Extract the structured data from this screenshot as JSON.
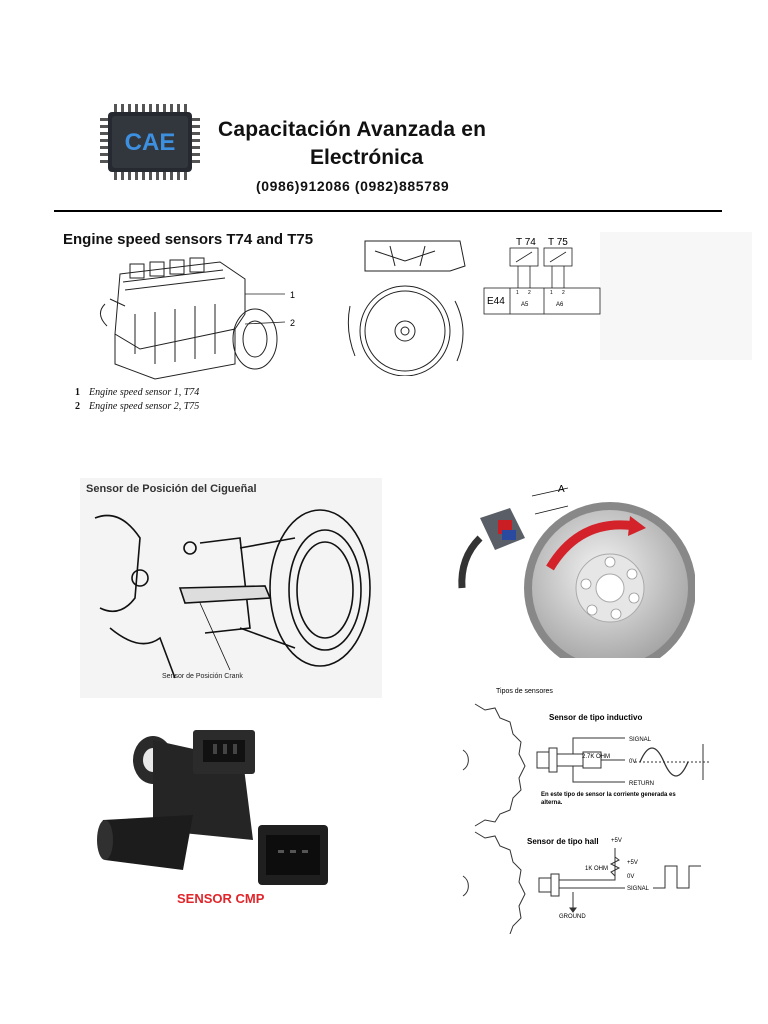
{
  "header": {
    "logo_text": "CAE",
    "title_line1": "Capacitación Avanzada en",
    "title_line2": "Electrónica",
    "phones": "(0986)912086  (0982)885789"
  },
  "section1": {
    "title": "Engine speed sensors T74 and T75",
    "callouts": [
      "1",
      "2"
    ],
    "legend": [
      {
        "num": "1",
        "text": "Engine speed sensor 1, T74"
      },
      {
        "num": "2",
        "text": "Engine speed sensor 2, T75"
      }
    ],
    "wiring": {
      "sensor_labels": [
        "T 74",
        "T 75"
      ],
      "connector_label": "E44",
      "pin_labels": [
        "A5",
        "A6"
      ],
      "pin_numbers": [
        "1",
        "2",
        "1",
        "2"
      ]
    }
  },
  "crank_photo": {
    "title": "Sensor de Posición del Cigueñal",
    "caption": "Sensor de Posición Crank"
  },
  "gear_photo": {
    "label": "A"
  },
  "cmp_photo": {
    "caption": "SENSOR CMP",
    "caption_color": "#e0262a"
  },
  "sensor_types": {
    "title": "Tipos de sensores",
    "inductive": {
      "heading": "Sensor de tipo inductivo",
      "resistor": "2.7K OHM",
      "signal": "SIGNAL",
      "zero": "0V",
      "return": "RETURN",
      "note_line1": "En este tipo de sensor la corriente generada es",
      "note_line2": "alterna."
    },
    "hall": {
      "heading": "Sensor de tipo hall",
      "supply": "+5V",
      "resistor": "1K OHM",
      "plus5": "+5V",
      "zero": "0V",
      "signal": "SIGNAL",
      "ground": "GROUND"
    }
  }
}
